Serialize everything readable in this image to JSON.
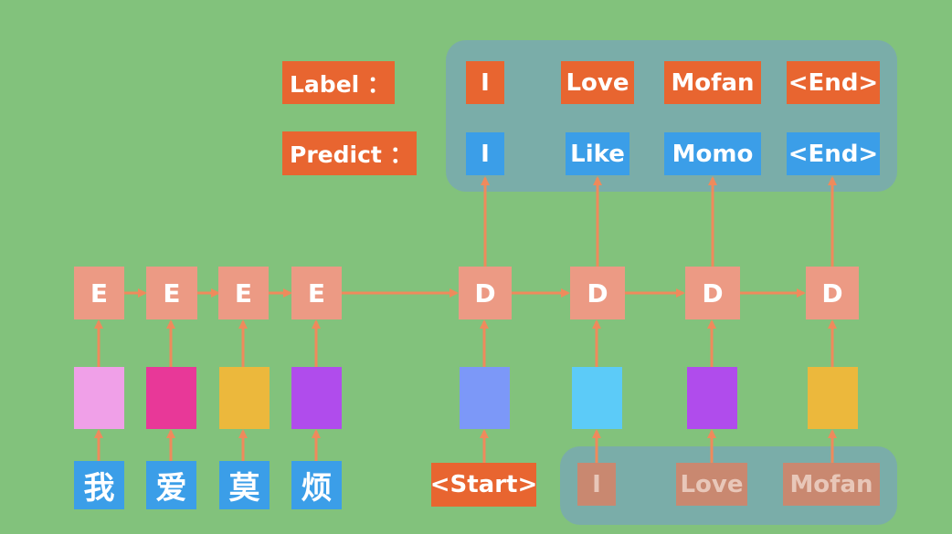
{
  "row_labels": {
    "label": "Label ：",
    "predict": "Predict ："
  },
  "label_tokens": [
    "I",
    "Love",
    "Mofan",
    "<End>"
  ],
  "predict_tokens": [
    "I",
    "Like",
    "Momo",
    "<End>"
  ],
  "encoder_nodes": [
    "E",
    "E",
    "E",
    "E"
  ],
  "decoder_nodes": [
    "D",
    "D",
    "D",
    "D"
  ],
  "source_chars": [
    "我",
    "爱",
    "莫",
    "烦"
  ],
  "decoder_inputs": {
    "start": "<Start>",
    "teacher_tokens": [
      "I",
      "Love",
      "Mofan"
    ]
  },
  "colors": {
    "background": "#82c27c",
    "arrow": "#ef8a5c",
    "tag_orange": "#e86530",
    "tag_blue": "#3b9ee8",
    "node": "#ec9a84",
    "panel": "#7aabad",
    "encoder_embeddings": [
      "#f0a0e8",
      "#e83898",
      "#ecb83c",
      "#b04cec"
    ],
    "decoder_embeddings": [
      "#7c98f8",
      "#5ccbf8",
      "#b04cec",
      "#ecb83c"
    ]
  }
}
